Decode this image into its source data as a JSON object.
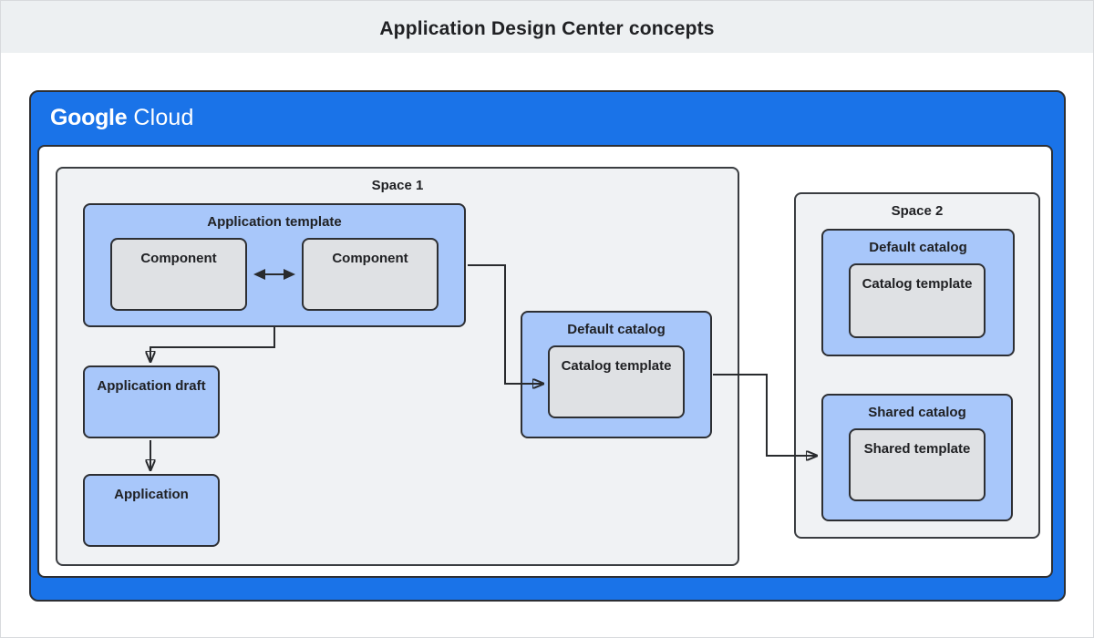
{
  "header": {
    "title": "Application Design Center concepts"
  },
  "brand": {
    "google": "Google",
    "cloud": "Cloud"
  },
  "space1": {
    "label": "Space 1",
    "application_template": {
      "label": "Application template",
      "components": [
        "Component",
        "Component"
      ]
    },
    "application_draft": {
      "label": "Application draft"
    },
    "application": {
      "label": "Application"
    },
    "default_catalog": {
      "label": "Default catalog",
      "catalog_template": {
        "label": "Catalog template"
      }
    }
  },
  "space2": {
    "label": "Space 2",
    "default_catalog": {
      "label": "Default catalog",
      "catalog_template": {
        "label": "Catalog template"
      }
    },
    "shared_catalog": {
      "label": "Shared catalog",
      "shared_template": {
        "label": "Shared template"
      }
    }
  },
  "edges": [
    {
      "from": "component-left",
      "to": "component-right",
      "type": "bidirectional"
    },
    {
      "from": "application-template",
      "to": "application-draft",
      "type": "directed"
    },
    {
      "from": "application-draft",
      "to": "application",
      "type": "directed"
    },
    {
      "from": "application-template",
      "to": "space1-catalog-template",
      "type": "directed"
    },
    {
      "from": "space1-default-catalog",
      "to": "space2-shared-catalog",
      "type": "directed"
    }
  ],
  "colors": {
    "frame_blue": "#1a73e8",
    "box_blue": "#a8c7fa",
    "box_gray": "#dfe1e4",
    "space_gray": "#f0f2f4",
    "banner_gray": "#edf0f2",
    "border_dark": "#2d2f33",
    "text_dark": "#202124",
    "arrow_dark": "#292b2e"
  }
}
